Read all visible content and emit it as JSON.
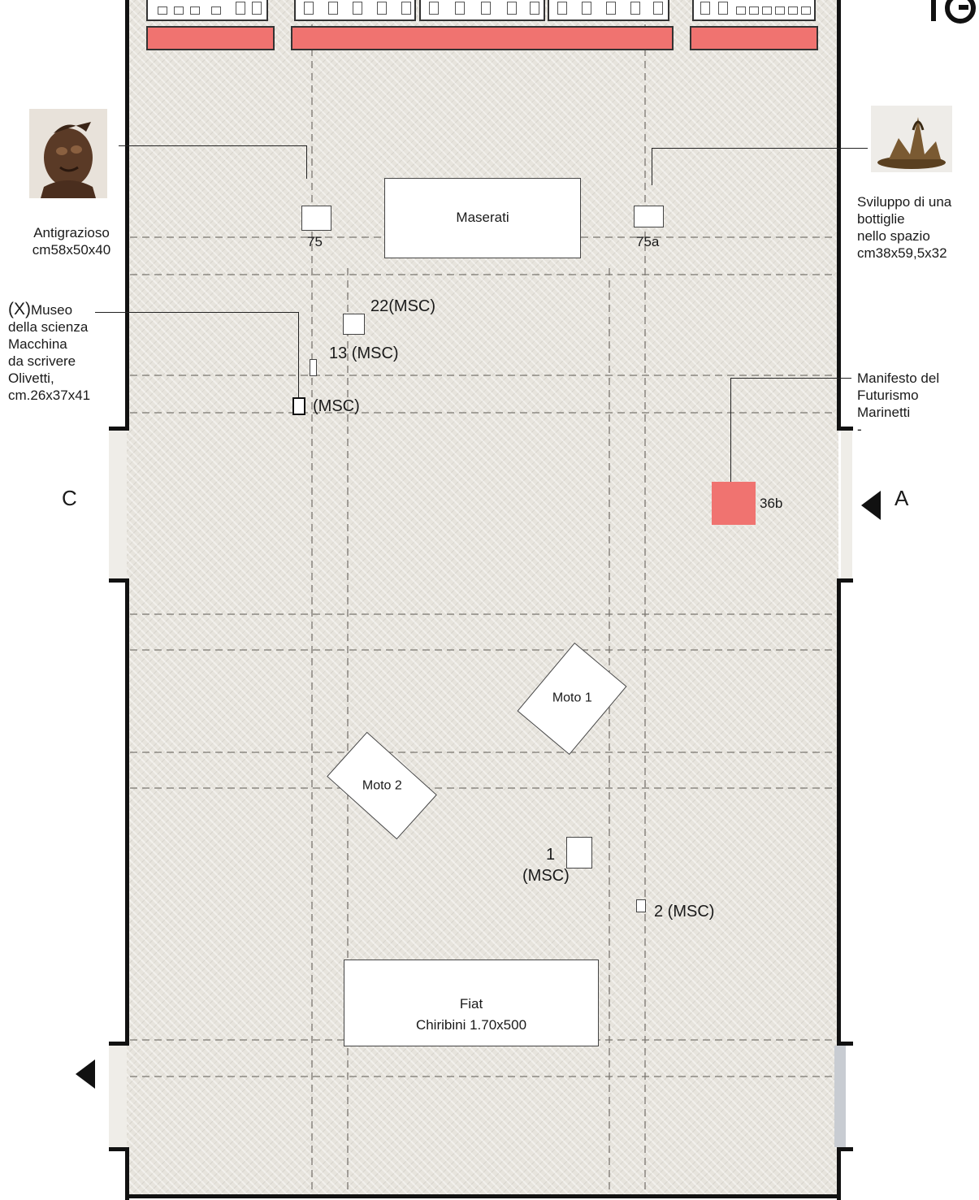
{
  "floor_plan": {
    "exhibits": {
      "maserati": "Maserati",
      "fiat_line1": "Fiat",
      "fiat_line2": "Chiribini 1.70x500",
      "moto1": "Moto 1",
      "moto2": "Moto 2",
      "item_75": "75",
      "item_75a": "75a",
      "item_22": "22(MSC)",
      "item_13": "13 (MSC)",
      "item_msc": "(MSC)",
      "item_1_line1": "1",
      "item_1_line2": "(MSC)",
      "item_2": "2 (MSC)",
      "item_36b": "36b"
    },
    "entrances": {
      "left": "C",
      "right": "A"
    },
    "side_notes": {
      "antigrazioso": [
        "Antigrazioso",
        "cm58x50x40"
      ],
      "sviluppo": [
        "Sviluppo di una",
        "bottiglie",
        "nello spazio",
        "cm38x59,5x32"
      ],
      "museo_prefix": "(X)",
      "museo": [
        "Museo",
        "della scienza",
        "Macchina",
        "da scrivere",
        "Olivetti,",
        "cm.26x37x41"
      ],
      "manifesto": [
        "Manifesto del",
        "Futurismo",
        "Marinetti",
        "-"
      ]
    },
    "thumbnails": {
      "antigrazioso": "bronze-head-sculpture",
      "sviluppo": "bronze-bottle-sculpture"
    },
    "colors": {
      "highlight": "#f07370",
      "floor": "#e7e4dd",
      "wall": "#111111"
    }
  }
}
